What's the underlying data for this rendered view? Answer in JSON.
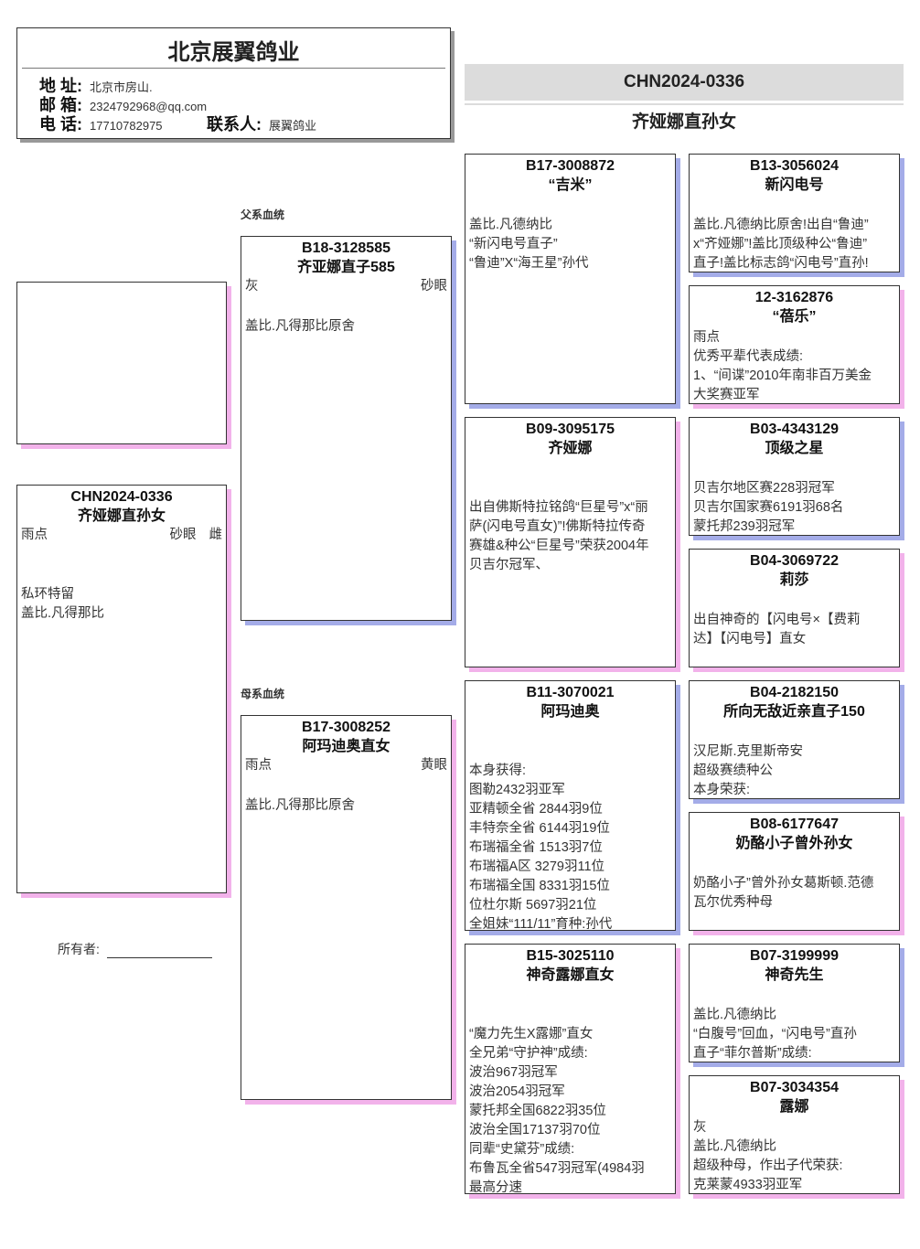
{
  "header": {
    "company": "北京展翼鸽业",
    "address_label": "地 址:",
    "address": "北京市房山.",
    "email_label": "邮 箱:",
    "email": "2324792968@qq.com",
    "phone_label": "电 话:",
    "phone": "17710782975",
    "contact_label": "联系人:",
    "contact": "展翼鸽业"
  },
  "title": {
    "ring": "CHN2024-0336",
    "name": "齐娅娜直孙女"
  },
  "sections": {
    "sire": "父系血统",
    "dam": "母系血统"
  },
  "owner": {
    "label": "所有者:"
  },
  "subject": {
    "ring": "CHN2024-0336",
    "name": "齐娅娜直孙女",
    "color": "雨点",
    "attrs": [
      "砂眼",
      "雌"
    ],
    "lines": [
      "私环特留",
      "盖比.凡得那比"
    ]
  },
  "sire": {
    "ring": "B18-3128585",
    "name": "齐亚娜直子585",
    "color": "灰",
    "attrs": [
      "砂眼"
    ],
    "lines": [
      "盖比.凡得那比原舍"
    ]
  },
  "dam": {
    "ring": "B17-3008252",
    "name": "阿玛迪奥直女",
    "color": "雨点",
    "attrs": [
      "黄眼"
    ],
    "lines": [
      "盖比.凡得那比原舍"
    ]
  },
  "gen3": [
    {
      "ring": "B17-3008872",
      "name": "“吉米”",
      "lines": [
        "盖比.凡德纳比",
        "“新闪电号直子”",
        "“鲁迪”X“海王星”孙代"
      ]
    },
    {
      "ring": "B09-3095175",
      "name": "齐娅娜",
      "lines": [
        "出自佛斯特拉铭鸽“巨星号”x“丽",
        "萨(闪电号直女)”!佛斯特拉传奇",
        "赛雄&种公“巨星号”荣获2004年",
        "贝吉尔冠军、"
      ]
    },
    {
      "ring": "B11-3070021",
      "name": "阿玛迪奥",
      "lines": [
        "本身获得:",
        "图勒2432羽亚军",
        "亚精顿全省 2844羽9位",
        "丰特奈全省 6144羽19位",
        "布瑞福全省 1513羽7位",
        "布瑞福A区 3279羽11位",
        "布瑞福全国 8331羽15位",
        "位杜尔斯 5697羽21位",
        "全姐妹“111/11”育种:孙代"
      ]
    },
    {
      "ring": "B15-3025110",
      "name": "神奇露娜直女",
      "lines": [
        "“魔力先生X露娜”直女",
        "全兄弟“守护神”成绩:",
        "波治967羽冠军",
        "波治2054羽冠军",
        "蒙托邦全国6822羽35位",
        "波治全国17137羽70位",
        "同辈“史黛芬”成绩:",
        "布鲁瓦全省547羽冠军(4984羽",
        "最高分速"
      ]
    }
  ],
  "gen4": [
    {
      "ring": "B13-3056024",
      "name": "新闪电号",
      "lines": [
        "盖比.凡德纳比原舍!出自“鲁迪”",
        "x“齐娅娜”!盖比顶级种公“鲁迪”",
        "直子!盖比标志鸽“闪电号”直孙!"
      ]
    },
    {
      "ring": "12-3162876",
      "name": "“蓓乐”",
      "lines": [
        "雨点",
        "优秀平辈代表成绩:",
        "1、“间谍”2010年南非百万美金",
        "大奖赛亚军"
      ]
    },
    {
      "ring": "B03-4343129",
      "name": "顶级之星",
      "lines": [
        "贝吉尔地区赛228羽冠军",
        "贝吉尔国家赛6191羽68名",
        "蒙托邦239羽冠军"
      ]
    },
    {
      "ring": "B04-3069722",
      "name": "莉莎",
      "lines": [
        "出自神奇的【闪电号×【费莉",
        "达】【闪电号】直女"
      ]
    },
    {
      "ring": "B04-2182150",
      "name": "所向无敌近亲直子150",
      "lines": [
        "汉尼斯.克里斯帝安",
        "超级赛绩种公",
        "本身荣获:"
      ]
    },
    {
      "ring": "B08-6177647",
      "name": "奶酪小子曾外孙女",
      "lines": [
        "奶酪小子”曾外孙女葛斯顿.范德",
        "瓦尔优秀种母"
      ]
    },
    {
      "ring": "B07-3199999",
      "name": "神奇先生",
      "lines": [
        "盖比.凡德纳比",
        "“白腹号”回血，“闪电号”直孙",
        "直子“菲尔普斯”成绩:"
      ]
    },
    {
      "ring": "B07-3034354",
      "name": "露娜",
      "lines": [
        "灰",
        "盖比.凡德纳比",
        "超级种母，作出子代荣获:",
        "克莱蒙4933羽亚军"
      ]
    }
  ]
}
